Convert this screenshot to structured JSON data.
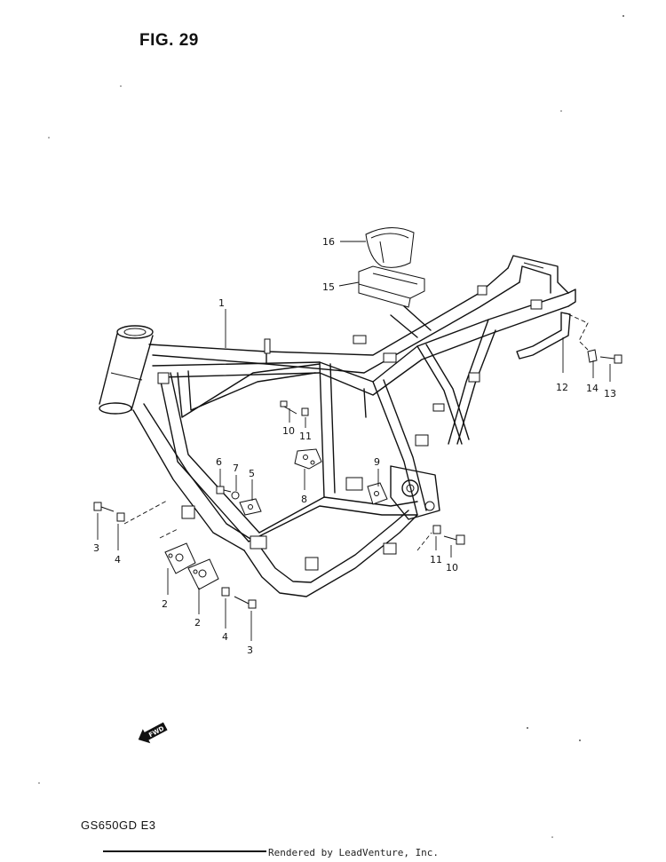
{
  "figure": {
    "title": "FIG. 29"
  },
  "model_code": "GS650GD E3",
  "footer": {
    "rendered_by": "Rendered by LeadVenture, Inc."
  },
  "fwd_marker": {
    "label": "FWD",
    "icon": "fwd-arrow-icon"
  },
  "callouts": [
    {
      "id": "c1",
      "label": "1"
    },
    {
      "id": "c2a",
      "label": "2"
    },
    {
      "id": "c2b",
      "label": "2"
    },
    {
      "id": "c3a",
      "label": "3"
    },
    {
      "id": "c3b",
      "label": "3"
    },
    {
      "id": "c4a",
      "label": "4"
    },
    {
      "id": "c4b",
      "label": "4"
    },
    {
      "id": "c5",
      "label": "5"
    },
    {
      "id": "c6",
      "label": "6"
    },
    {
      "id": "c7",
      "label": "7"
    },
    {
      "id": "c8",
      "label": "8"
    },
    {
      "id": "c9",
      "label": "9"
    },
    {
      "id": "c10a",
      "label": "10"
    },
    {
      "id": "c10b",
      "label": "10"
    },
    {
      "id": "c11a",
      "label": "11"
    },
    {
      "id": "c11b",
      "label": "11"
    },
    {
      "id": "c12",
      "label": "12"
    },
    {
      "id": "c13",
      "label": "13"
    },
    {
      "id": "c14",
      "label": "14"
    },
    {
      "id": "c15",
      "label": "15"
    },
    {
      "id": "c16",
      "label": "16"
    }
  ]
}
